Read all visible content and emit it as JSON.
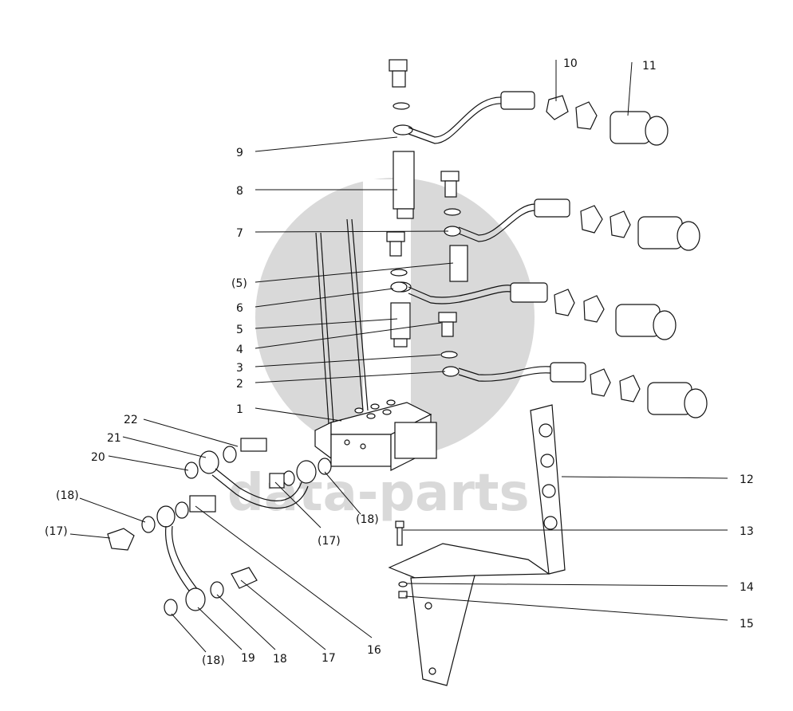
{
  "watermark": {
    "text": "data-parts",
    "color": "#d9d9d9"
  },
  "callouts": [
    {
      "id": "c1",
      "label": "1"
    },
    {
      "id": "c2",
      "label": "2"
    },
    {
      "id": "c3",
      "label": "3"
    },
    {
      "id": "c4",
      "label": "4"
    },
    {
      "id": "c5",
      "label": "5"
    },
    {
      "id": "c5b",
      "label": "(5)"
    },
    {
      "id": "c6",
      "label": "6"
    },
    {
      "id": "c7",
      "label": "7"
    },
    {
      "id": "c8",
      "label": "8"
    },
    {
      "id": "c9",
      "label": "9"
    },
    {
      "id": "c10",
      "label": "10"
    },
    {
      "id": "c11",
      "label": "11"
    },
    {
      "id": "c12",
      "label": "12"
    },
    {
      "id": "c13",
      "label": "13"
    },
    {
      "id": "c14",
      "label": "14"
    },
    {
      "id": "c15",
      "label": "15"
    },
    {
      "id": "c16",
      "label": "16"
    },
    {
      "id": "c17a",
      "label": "(17)"
    },
    {
      "id": "c17b",
      "label": "(17)"
    },
    {
      "id": "c17c",
      "label": "17"
    },
    {
      "id": "c18a",
      "label": "(18)"
    },
    {
      "id": "c18b",
      "label": "(18)"
    },
    {
      "id": "c18c",
      "label": "(18)"
    },
    {
      "id": "c18d",
      "label": "18"
    },
    {
      "id": "c19",
      "label": "19"
    },
    {
      "id": "c20",
      "label": "20"
    },
    {
      "id": "c21",
      "label": "21"
    },
    {
      "id": "c22",
      "label": "22"
    }
  ]
}
